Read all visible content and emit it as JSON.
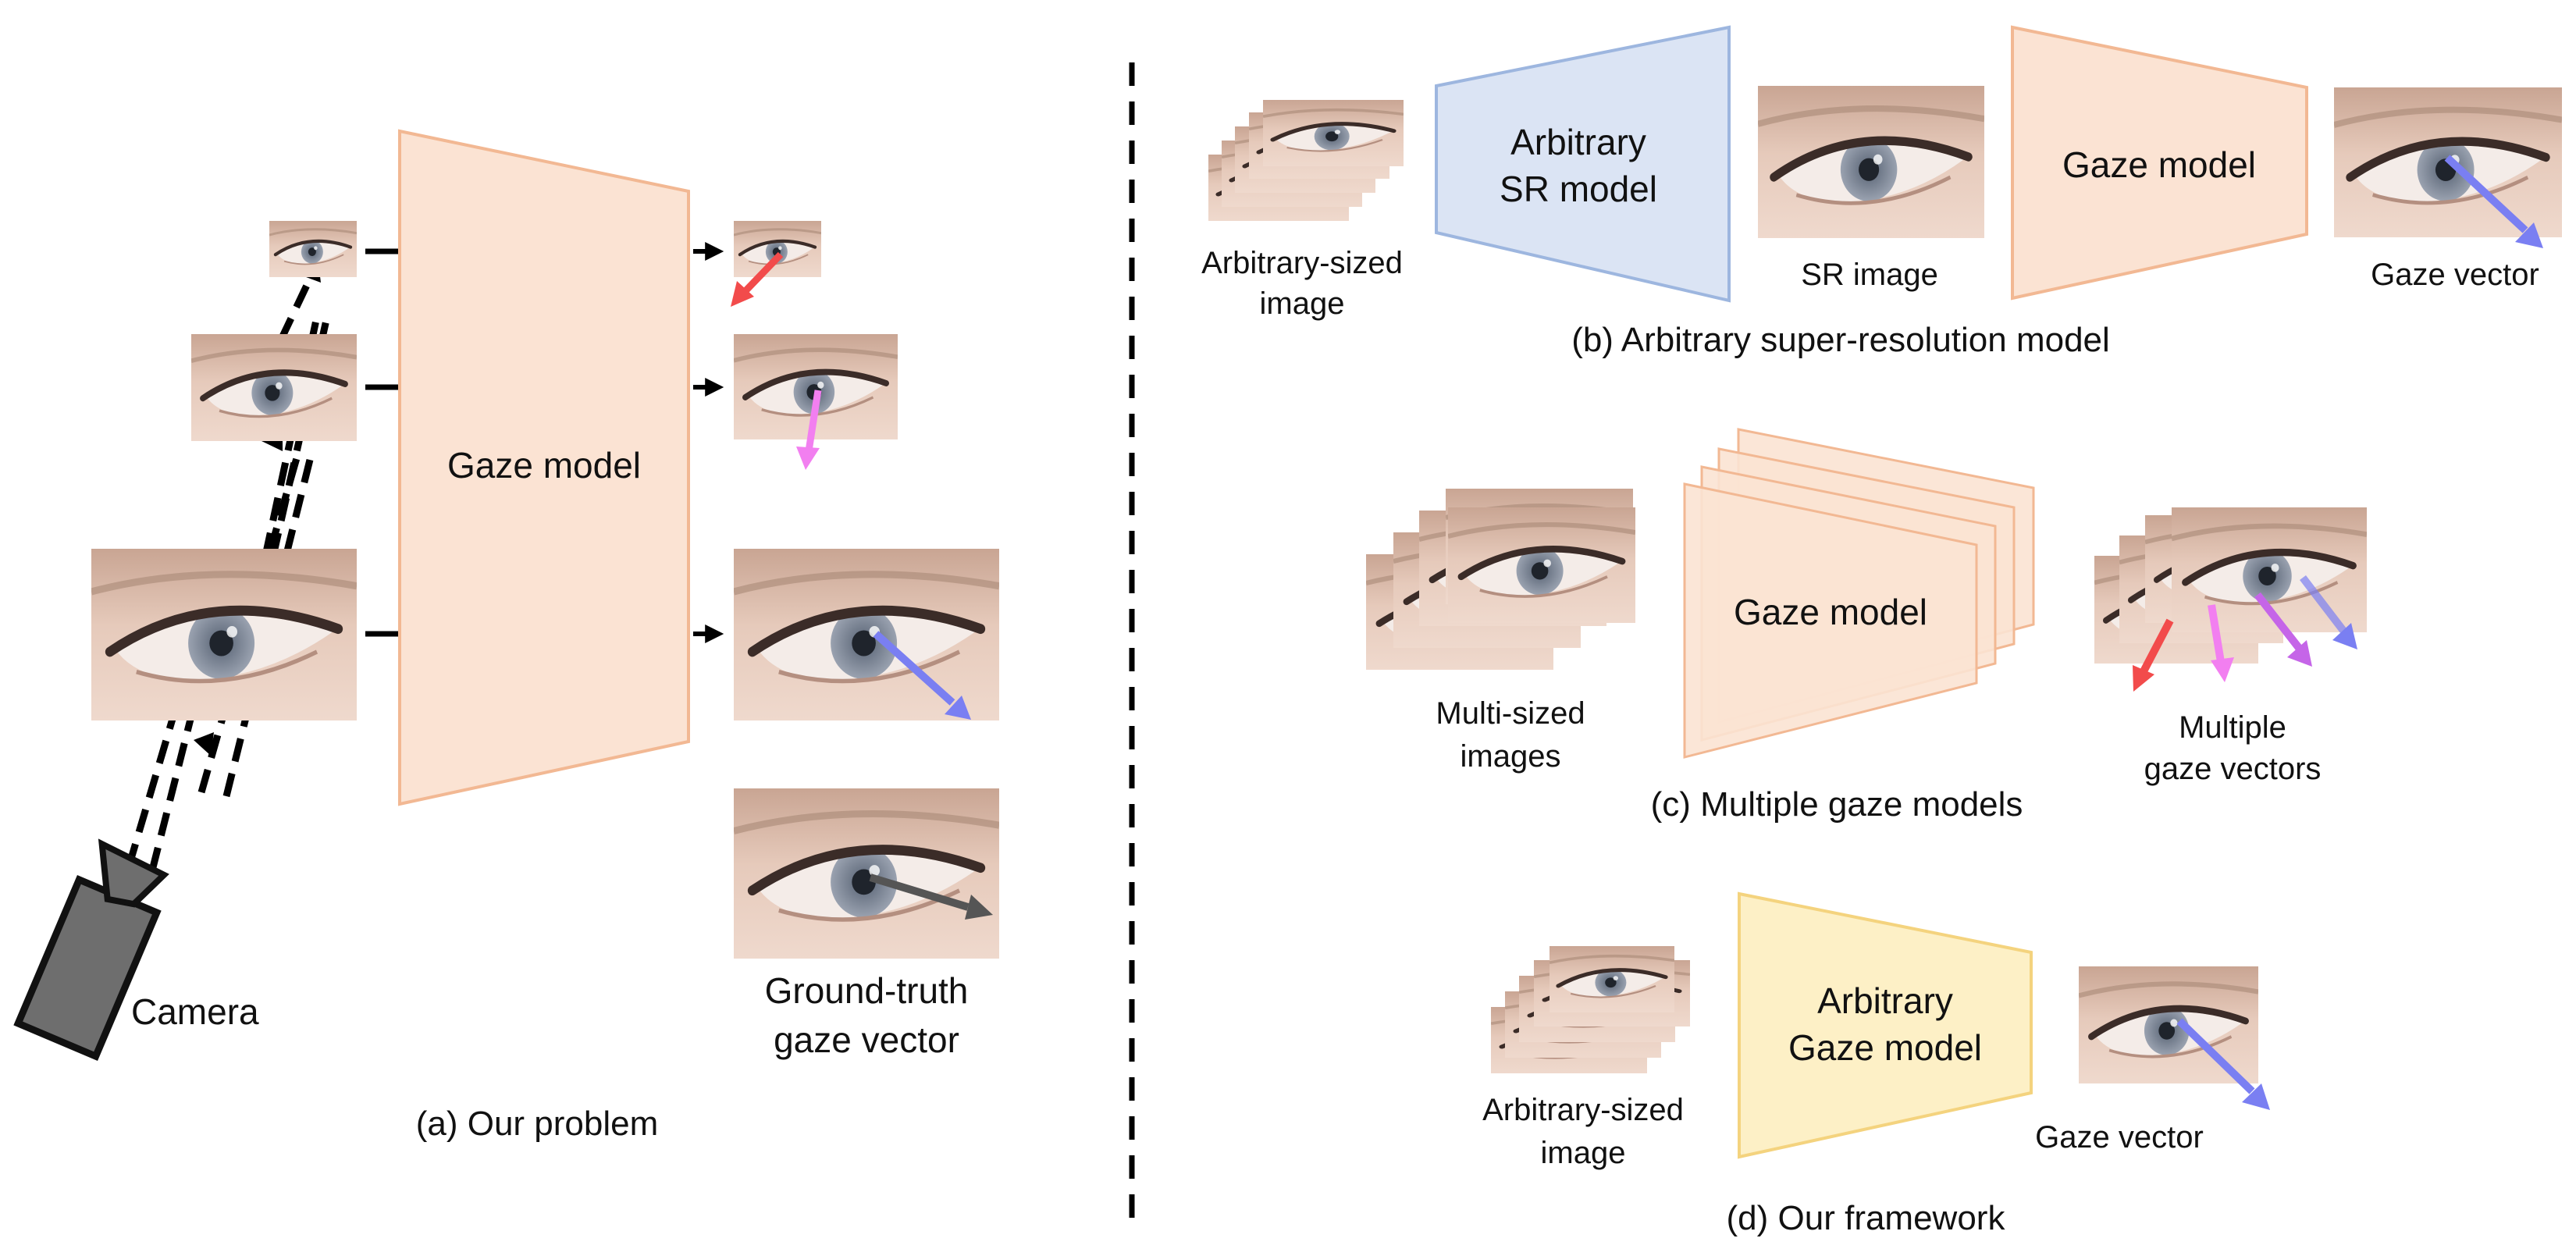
{
  "colors": {
    "gaze_model_fill": "#fbe3d3",
    "gaze_model_stroke": "#f2b893",
    "sr_model_fill": "#dbe4f4",
    "sr_model_stroke": "#9db6df",
    "ours_model_fill": "#fdf0c6",
    "ours_model_stroke": "#f4d37e",
    "arrow_red": "#f24b4b",
    "arrow_pink": "#f27ff0",
    "arrow_magenta": "#c565e8",
    "arrow_blue": "#7a7ff2",
    "arrow_gray": "#555555",
    "camera": "#6e6e6e"
  },
  "panel_a": {
    "gaze_model_label": "Gaze model",
    "camera_label": "Camera",
    "ground_truth_label_line1": "Ground-truth",
    "ground_truth_label_line2": "gaze vector",
    "caption": "(a) Our problem"
  },
  "panel_b": {
    "input_label_line1": "Arbitrary-sized",
    "input_label_line2": "image",
    "sr_model_line1": "Arbitrary",
    "sr_model_line2": "SR model",
    "sr_image_label": "SR image",
    "gaze_model_label": "Gaze model",
    "output_label": "Gaze vector",
    "caption": "(b) Arbitrary super-resolution model"
  },
  "panel_c": {
    "input_label_line1": "Multi-sized",
    "input_label_line2": "images",
    "gaze_model_label": "Gaze model",
    "output_label_line1": "Multiple",
    "output_label_line2": "gaze vectors",
    "caption": "(c) Multiple gaze models"
  },
  "panel_d": {
    "input_label_line1": "Arbitrary-sized",
    "input_label_line2": "image",
    "model_line1": "Arbitrary",
    "model_line2": "Gaze model",
    "output_label": "Gaze vector",
    "caption": "(d) Our framework"
  }
}
